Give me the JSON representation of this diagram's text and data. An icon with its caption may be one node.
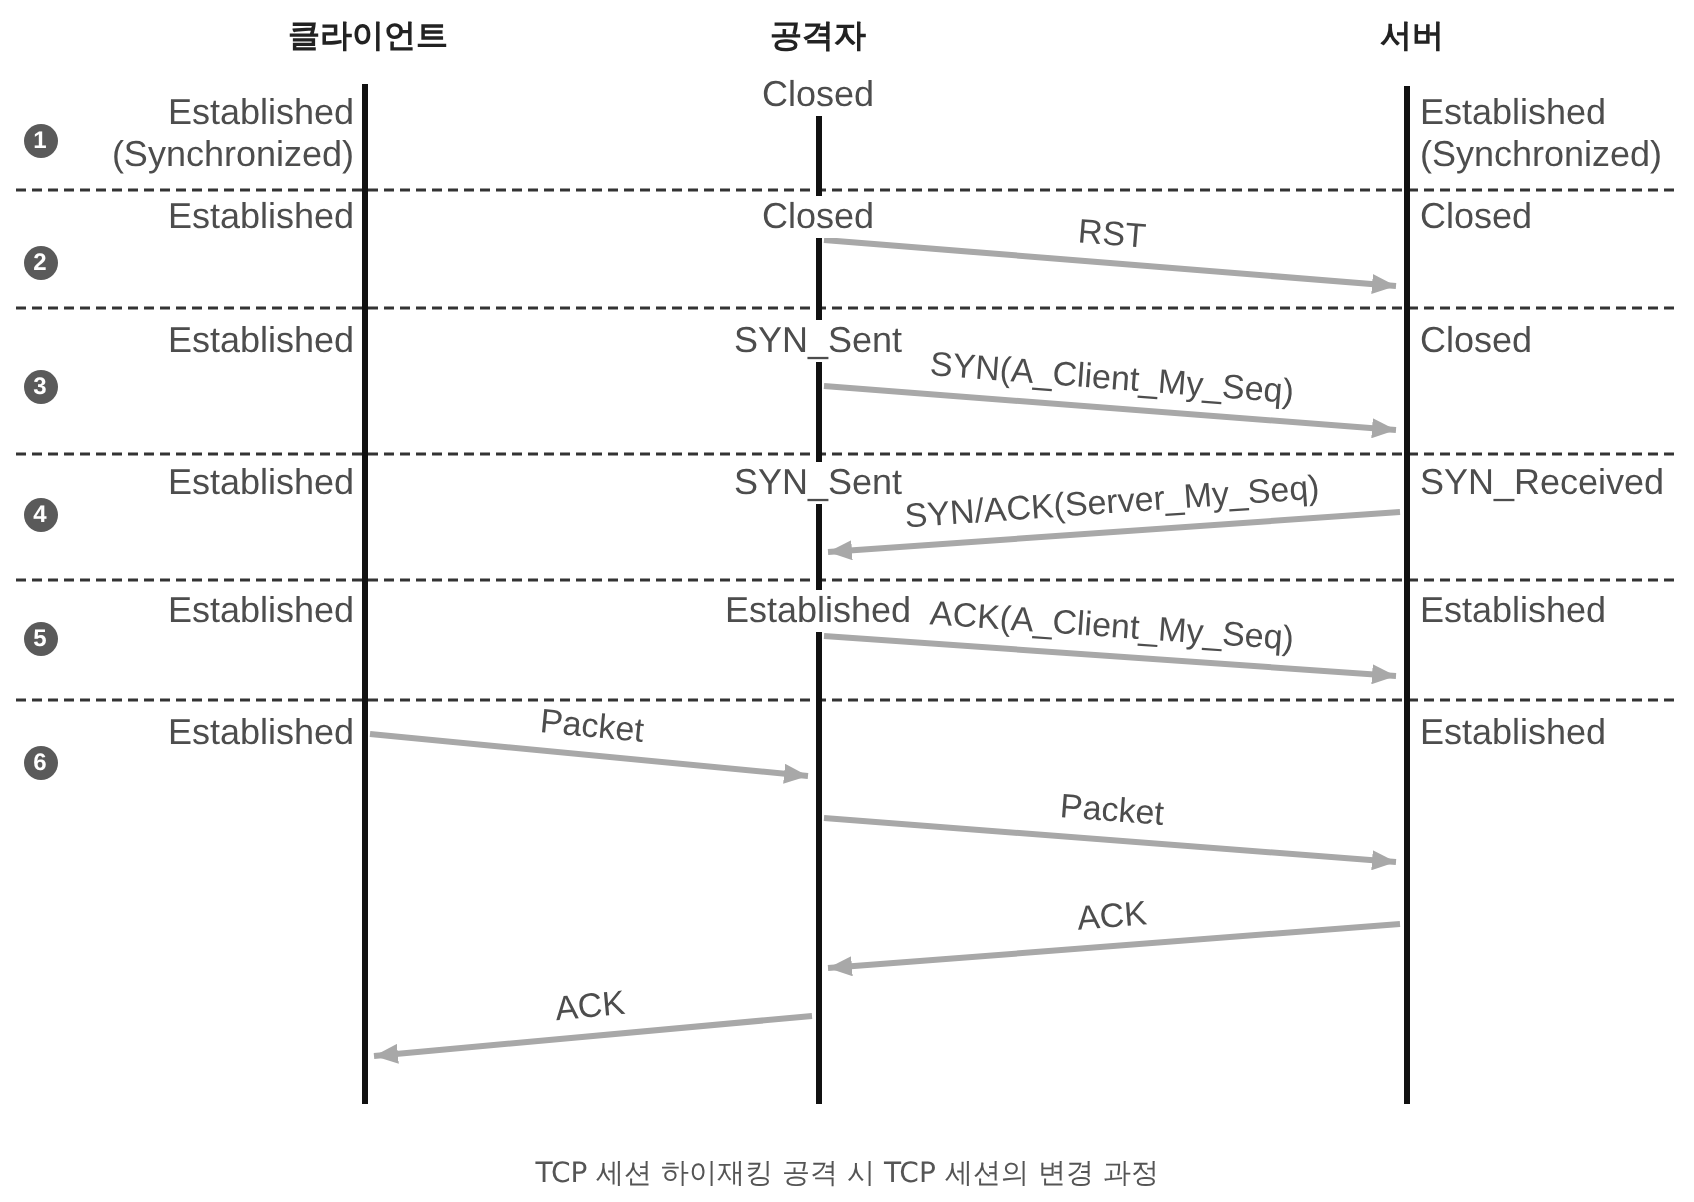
{
  "diagram": {
    "caption": "TCP 세션 하이재킹 공격 시 TCP 세션의 변경 과정",
    "nodes": [
      {
        "text": [
          "클라이언트",
          "Established (Synchronized)",
          "Established",
          "Established",
          "Established",
          "Established",
          "Established"
        ]
      },
      {
        "text": [
          "공격자",
          "Closed",
          "Closed",
          "SYN_Sent",
          "SYN_Sent",
          "Established"
        ]
      },
      {
        "text": [
          "서버",
          "Established (Synchronized)",
          "Closed",
          "Closed",
          "SYN_Received",
          "Established",
          "Established"
        ]
      }
    ],
    "edges": [
      {
        "from": 1,
        "to": 2,
        "arrow": "to",
        "label": "RST"
      },
      {
        "from": 1,
        "to": 2,
        "arrow": "to",
        "label": "SYN(A_Client_My_Seq)"
      },
      {
        "from": 2,
        "to": 1,
        "arrow": "to",
        "label": "SYN/ACK(Server_My_Seq)"
      },
      {
        "from": 1,
        "to": 2,
        "arrow": "to",
        "label": "ACK(A_Client_My_Seq)"
      },
      {
        "from": 0,
        "to": 1,
        "arrow": "to",
        "label": "Packet"
      },
      {
        "from": 1,
        "to": 2,
        "arrow": "to",
        "label": "Packet"
      },
      {
        "from": 2,
        "to": 1,
        "arrow": "to",
        "label": "ACK"
      },
      {
        "from": 1,
        "to": 0,
        "arrow": "to",
        "label": "ACK"
      }
    ],
    "labels": [
      "1",
      "2",
      "3",
      "4",
      "5",
      "6"
    ]
  }
}
